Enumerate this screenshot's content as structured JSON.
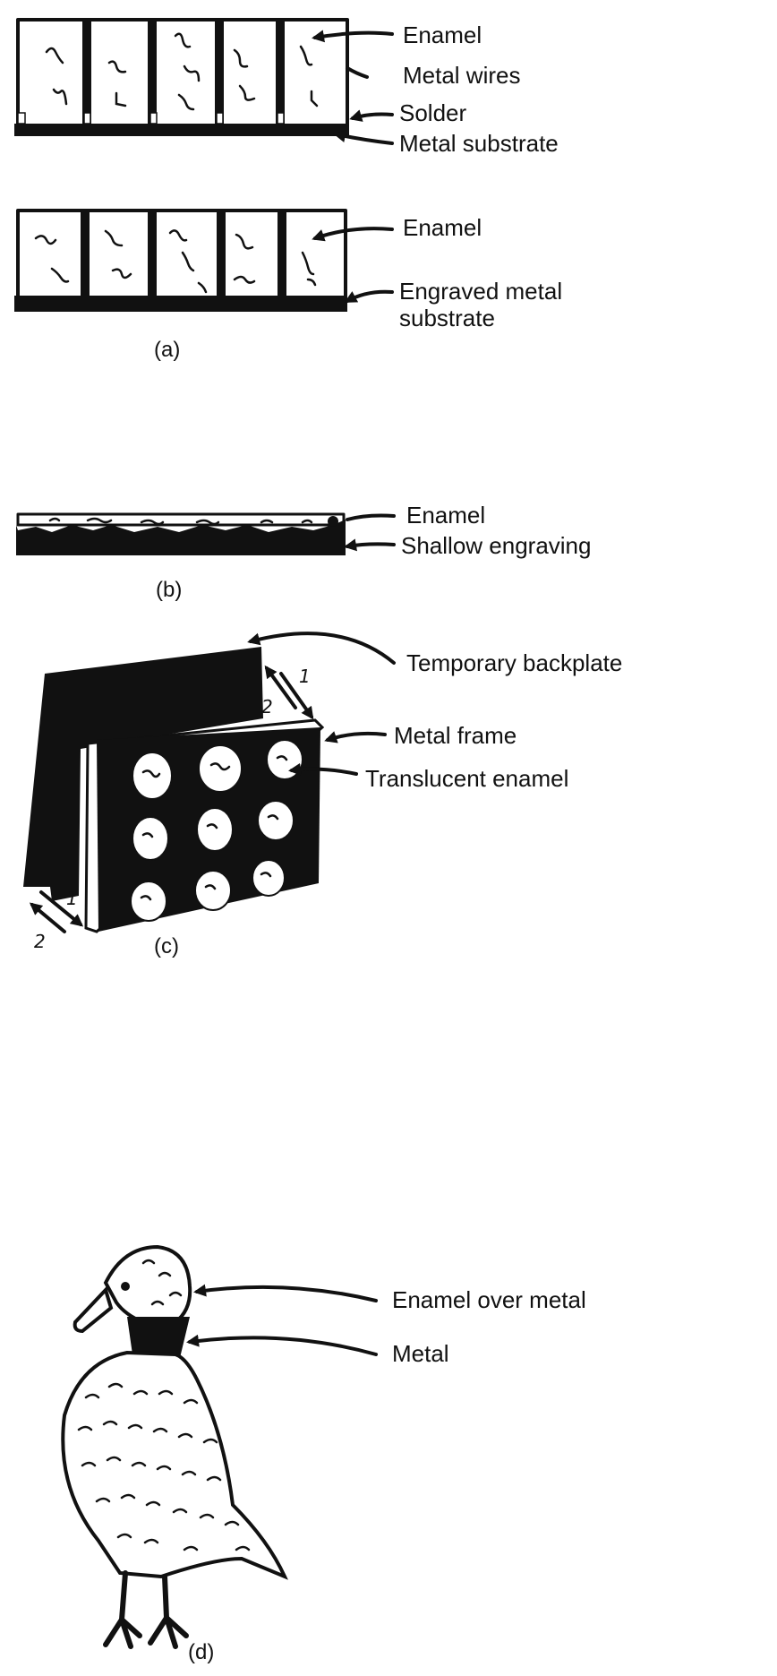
{
  "panel_a": {
    "top_labels": [
      "Enamel",
      "Metal wires",
      "Solder",
      "Metal substrate"
    ],
    "bottom_labels": [
      "Enamel",
      "Engraved metal",
      "substrate"
    ],
    "caption": "(a)"
  },
  "panel_b": {
    "labels": [
      "Enamel",
      "Shallow engraving"
    ],
    "caption": "(b)"
  },
  "panel_c": {
    "labels": [
      "Temporary backplate",
      "Metal frame",
      "Translucent enamel"
    ],
    "step_numbers": [
      "1",
      "2"
    ],
    "caption": "(c)"
  },
  "panel_d": {
    "labels": [
      "Enamel over metal",
      "Metal"
    ],
    "caption": "(d)"
  },
  "colors": {
    "ink": "#111111",
    "paper": "#ffffff"
  }
}
